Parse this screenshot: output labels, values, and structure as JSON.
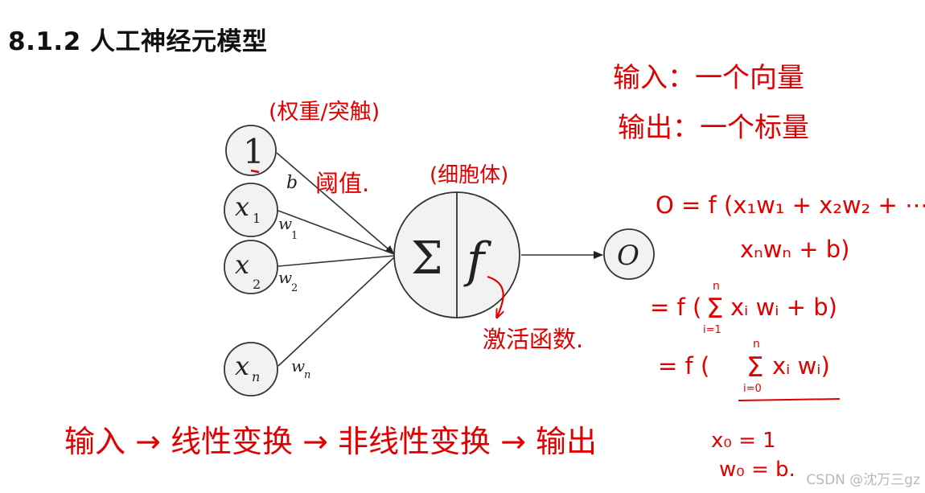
{
  "heading": "8.1.2 人工神经元模型",
  "watermark": "CSDN @沈万三gz",
  "colors": {
    "annotation": "#e10000",
    "diagram_stroke": "#333333",
    "node_fill": "#f2f2f2",
    "heading": "#111111",
    "watermark": "#b9b9b9"
  },
  "diagram": {
    "inputs": [
      {
        "label": "1",
        "weight": "b"
      },
      {
        "label": "x",
        "sub": "1",
        "weight": "w",
        "weight_sub": "1"
      },
      {
        "label": "x",
        "sub": "2",
        "weight": "w",
        "weight_sub": "2"
      },
      {
        "label": "x",
        "sub": "n",
        "weight": "w",
        "weight_sub": "n"
      }
    ],
    "neuron_sum": "Σ",
    "neuron_activation": "f",
    "output": "O"
  },
  "annotations": {
    "weight_note": "(权重/突触)",
    "bias_note": "阈值.",
    "cell_note": "(细胞体)",
    "activation_note": "激活函数.",
    "input_note": "输入：一个向量",
    "output_note": "输出：一个标量",
    "formula_1a": "O = f (x₁w₁ + x₂w₂ + ⋯",
    "formula_1b": "xₙwₙ + b)",
    "formula_2_prefix": "= f (",
    "formula_2_body": "xᵢ wᵢ + b)",
    "formula_3_prefix": "= f (",
    "formula_3_body": "xᵢ wᵢ)",
    "sum_upper": "n",
    "sum_lower_2": "i=1",
    "sum_lower_3": "i=0",
    "sigma": "Σ",
    "pipeline": "输入 → 线性变换 → 非线性变换 → 输出",
    "x0_note": "x₀ = 1",
    "w0_note": "w₀ = b."
  }
}
